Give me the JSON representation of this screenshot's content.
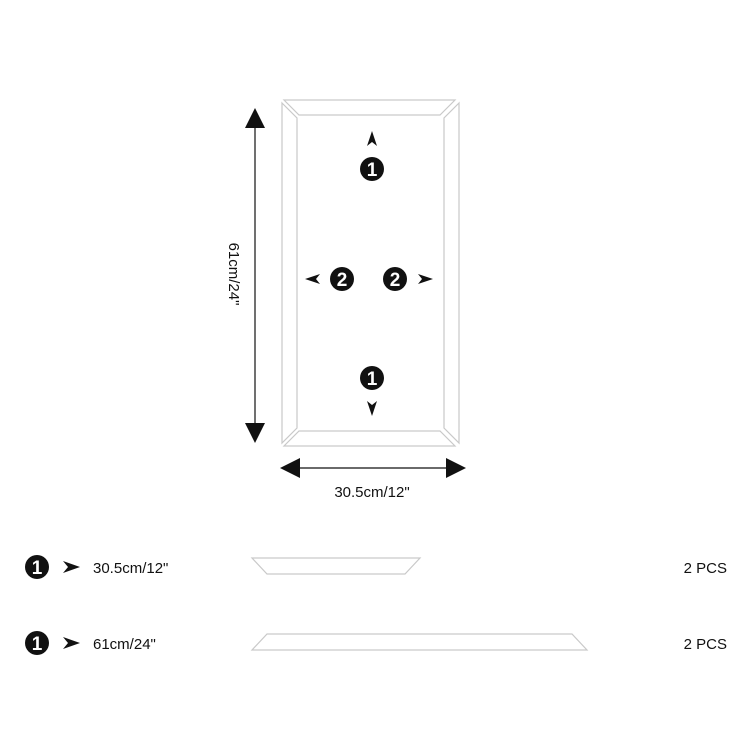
{
  "diagram": {
    "height_label": "61cm/24\"",
    "width_label": "30.5cm/12\"",
    "markers": {
      "top": "1",
      "bottom": "1",
      "left": "2",
      "right": "2"
    }
  },
  "parts": [
    {
      "number": "1",
      "size": "30.5cm/12\"",
      "quantity": "2 PCS"
    },
    {
      "number": "1",
      "size": "61cm/24\"",
      "quantity": "2 PCS"
    }
  ],
  "colors": {
    "ink": "#111111",
    "frame": "#c9c9c9"
  }
}
